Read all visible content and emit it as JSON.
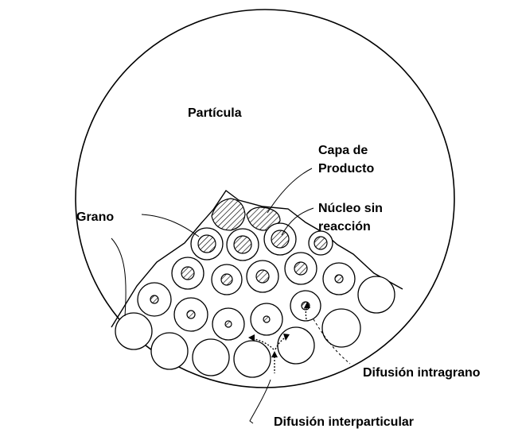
{
  "labels": {
    "particula": "Partícula",
    "capa_producto_1": "Capa de",
    "capa_producto_2": "Producto",
    "nucleo_1": "Núcleo sin",
    "nucleo_2": "reacción",
    "grano": "Grano",
    "difusion_intragrano": "Difusión intragrano",
    "difusion_interparticular": "Difusión interparticular"
  },
  "colors": {
    "ink": "#000000",
    "background": "#ffffff"
  }
}
